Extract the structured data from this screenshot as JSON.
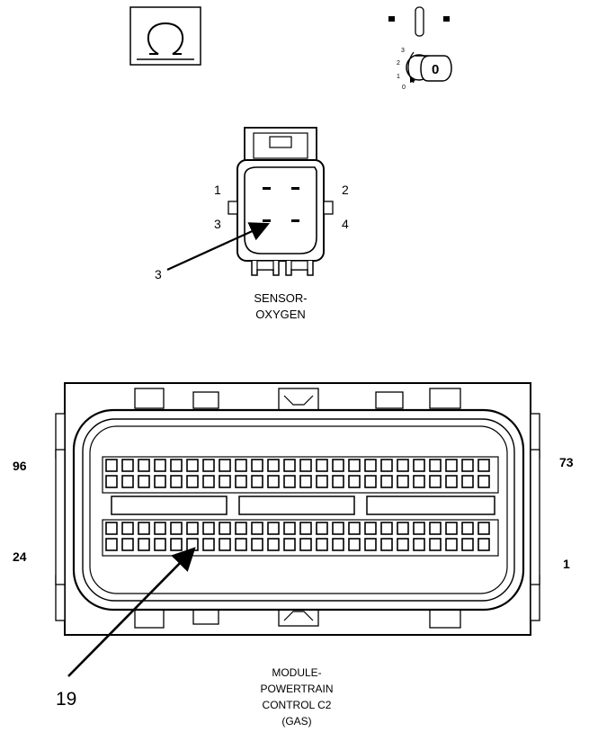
{
  "ohmmeter_icon": {
    "icon": "ohm-icon",
    "symbol": "Ω"
  },
  "ignition_icon": {
    "icon": "ignition-key-icon",
    "positions": [
      "3",
      "2",
      "1",
      "0"
    ],
    "key_label": "0"
  },
  "oxygen_sensor": {
    "pin_labels": {
      "p1": "1",
      "p2": "2",
      "p3": "3",
      "p4": "4"
    },
    "callout": "3",
    "name_line1": "SENSOR-",
    "name_line2": "OXYGEN"
  },
  "pcm_connector": {
    "corner_labels": {
      "top_left": "96",
      "top_right": "73",
      "bottom_left": "24",
      "bottom_right": "1"
    },
    "callout": "19",
    "name_line1": "MODULE-",
    "name_line2": "POWERTRAIN",
    "name_line3": "CONTROL C2",
    "name_line4": "(GAS)",
    "pins_per_row": 24
  }
}
